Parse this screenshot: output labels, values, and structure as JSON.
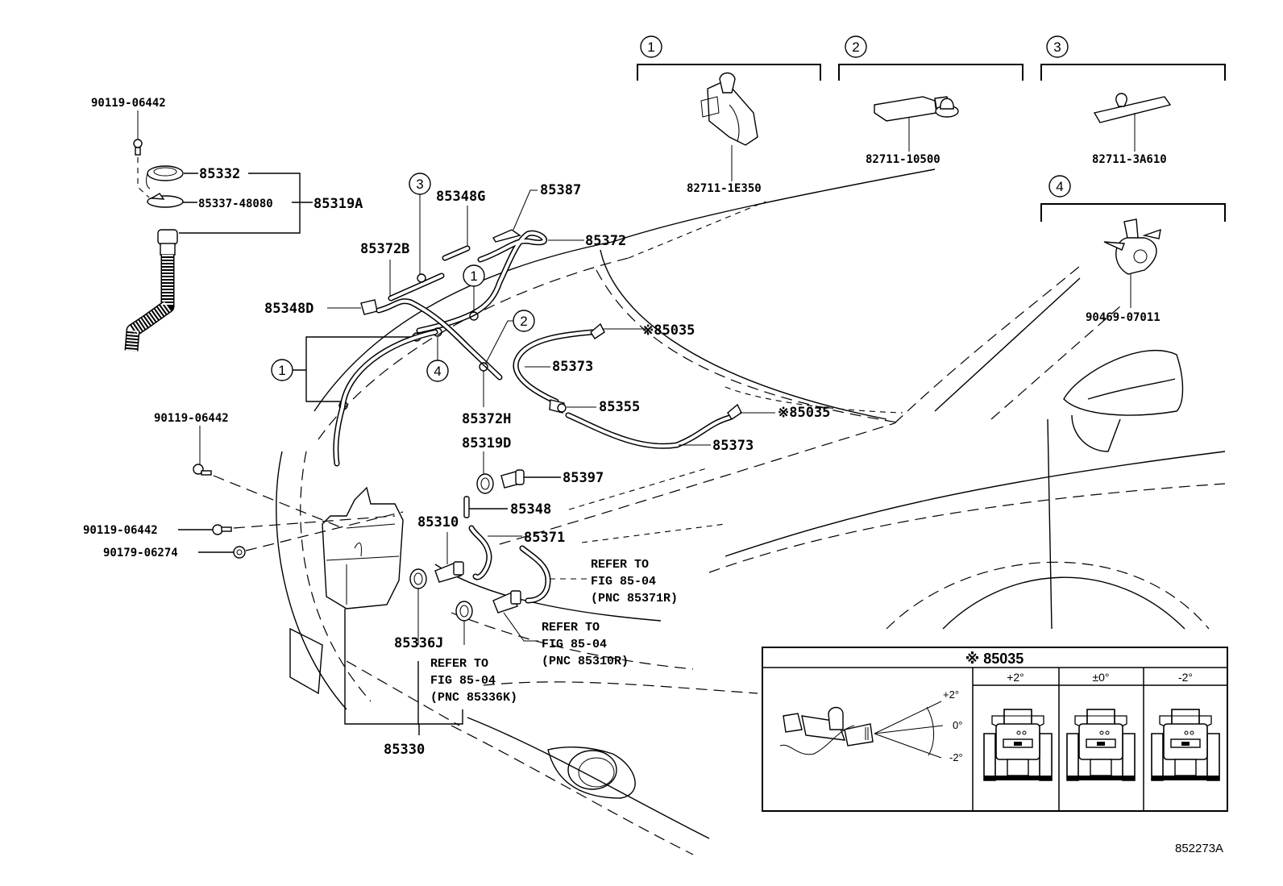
{
  "diagram": {
    "figure_id": "852273A",
    "callouts": {
      "c1": "1",
      "c2": "2",
      "c3": "3",
      "c4": "4"
    },
    "clip_legend": [
      {
        "callout": "1",
        "part": "82711-1E350"
      },
      {
        "callout": "2",
        "part": "82711-10500"
      },
      {
        "callout": "3",
        "part": "82711-3A610"
      },
      {
        "callout": "4",
        "part": "90469-07011"
      }
    ],
    "labels": {
      "bolt_top": "90119-06442",
      "p85332": "85332",
      "p85337": "85337-48080",
      "p85319A": "85319A",
      "p85348G": "85348G",
      "p85387": "85387",
      "p85372B": "85372B",
      "p85372": "85372",
      "p85348D": "85348D",
      "p85035_a": "※85035",
      "p85373_a": "85373",
      "p85355": "85355",
      "p85035_b": "※85035",
      "p85373_b": "85373",
      "p85372H": "85372H",
      "p85319D": "85319D",
      "p85397": "85397",
      "bolt_mid": "90119-06442",
      "bolt_low": "90119-06442",
      "nut_low": "90179-06274",
      "p85348": "85348",
      "p85310": "85310",
      "p85371": "85371",
      "p85336J": "85336J",
      "p85330": "85330"
    },
    "references": [
      {
        "line1": "REFER TO",
        "line2": "FIG 85-04",
        "line3": "(PNC 85371R)"
      },
      {
        "line1": "REFER TO",
        "line2": "FIG 85-04",
        "line3": "(PNC 85310R)"
      },
      {
        "line1": "REFER TO",
        "line2": "FIG 85-04",
        "line3": "(PNC 85336K)"
      }
    ],
    "nozzle_table": {
      "title": "※ 85035",
      "columns": [
        "+2°",
        "±0°",
        "-2°"
      ],
      "angle_labels": {
        "up": "+2°",
        "mid": "0°",
        "down": "-2°"
      }
    }
  }
}
